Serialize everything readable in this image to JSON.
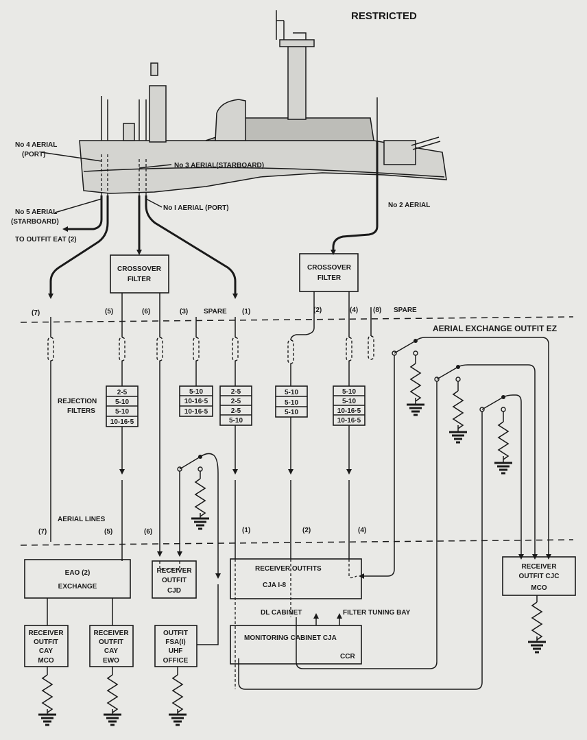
{
  "header": {
    "classification": "RESTRICTED"
  },
  "aerials": {
    "no4": [
      "No 4 AERIAL",
      "(PORT)"
    ],
    "no3": "No 3 AERIAL(STARBOARD)",
    "no5": [
      "No 5 AERIAL",
      "(STARBOARD)"
    ],
    "no1": "No I AERIAL (PORT)",
    "no2": "No 2 AERIAL",
    "to_outfit": "TO OUTFIT EAT (2)"
  },
  "crossover": {
    "left": [
      "CROSSOVER",
      "FILTER"
    ],
    "right": [
      "CROSSOVER",
      "FILTER"
    ]
  },
  "lines_top": {
    "l7": "(7)",
    "l5": "(5)",
    "l6": "(6)",
    "l3": "(3)",
    "spare1": "SPARE",
    "l1": "(1)",
    "l2": "(2)",
    "l4": "(4)",
    "l8": "(8)",
    "spare2": "SPARE"
  },
  "aerial_exchange": "AERIAL EXCHANGE OUTFIT EZ",
  "rejection": [
    "REJECTION",
    "FILTERS"
  ],
  "filters": {
    "f5": [
      "2-5",
      "5-10",
      "5-10",
      "10-16·5"
    ],
    "f3": [
      "5-10",
      "10-16·5",
      "10-16·5"
    ],
    "f1": [
      "2-5",
      "2-5",
      "2-5",
      "5-10"
    ],
    "f2": [
      "5-10",
      "5-10",
      "5-10"
    ],
    "f4": [
      "5-10",
      "5-10",
      "10-16·5",
      "10-16·5"
    ]
  },
  "aerial_lines": "AERIAL LINES",
  "lines_bottom": {
    "l7": "(7)",
    "l5": "(5)",
    "l6": "(6)",
    "l1": "(1)",
    "l2": "(2)",
    "l4": "(4)"
  },
  "boxes": {
    "eao": [
      "EAO (2)",
      "EXCHANGE"
    ],
    "cjd": [
      "RECEIVER",
      "OUTFIT",
      "CJD"
    ],
    "cja": [
      "RECEIVER  OUTFITS",
      "CJA   I-8"
    ],
    "cjc": [
      "RECEIVER",
      "OUTFIT  CJC",
      "MCO"
    ],
    "dl_cabinet": "DL CABINET",
    "filter_tuning": "FILTER TUNING BAY",
    "monitoring": "MONITORING CABINET CJA",
    "ccr": "CCR",
    "cay_mco": [
      "RECEIVER",
      "OUTFIT",
      "CAY",
      "MCO"
    ],
    "cay_ewo": [
      "RECEIVER",
      "OUTFIT",
      "CAY",
      "EWO"
    ],
    "fsa": [
      "OUTFIT",
      "FSA(I)",
      "UHF",
      "OFFICE"
    ]
  }
}
